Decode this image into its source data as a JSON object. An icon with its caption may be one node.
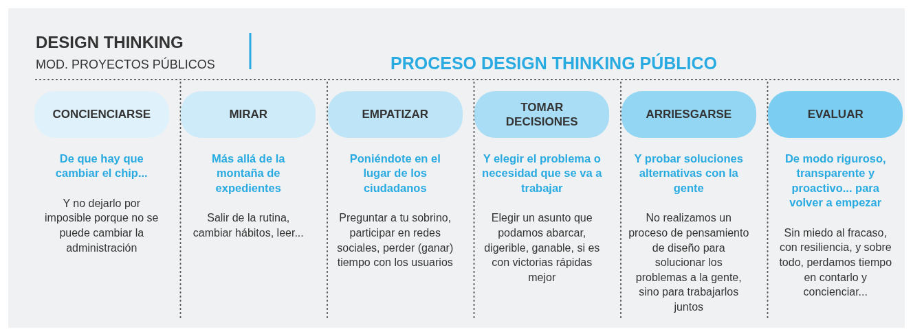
{
  "diagram": {
    "title": "DESIGN THINKING",
    "nodes": [
      {
        "text": [
          "CONCIENCIARSE"
        ],
        "beside": [
          "De que hay que cambiar el chip...",
          "Y no dejarlo por imposible porque no se puede cambiar la administración"
        ]
      },
      {
        "text": [
          "MIRAR"
        ],
        "beside": [
          "Más allá de la montaña de expedientes",
          "Salir de la rutina, cambiar hábitos, leer..."
        ]
      },
      {
        "text": [
          "EMPATIZAR"
        ],
        "beside": [
          "Poniéndote en el lugar de los ciudadanos",
          "Preguntar a tu sobrino, participar en redes sociales, perder (ganar) tiempo con los usuarios"
        ]
      },
      {
        "text": [
          "TOMAR DECISIONES"
        ],
        "beside": [
          "Y elegir el problema o necesidad que se va a trabajar",
          "Elegir un asunto que podamos abarcar, digerible, ganable, si es con victorias rápidas mejor"
        ]
      },
      {
        "text": [
          "ARRIESGARSE"
        ],
        "beside": [
          "Y probar soluciones alternativas con la gente",
          "No realizamos un proceso de pensamiento de diseño para solucionar los problemas a la gente, sino para trabajarlos juntos"
        ]
      },
      {
        "text": [
          "EVALUAR"
        ],
        "beside": [
          "De modo riguroso, transparente y proactivo... para volver a empezar",
          "Sin miedo al fracaso, con resiliencia, y sobre todo, perdamos tiempo en contarlo y concienciar..."
        ]
      }
    ],
    "labels": [
      "MOD. PROYECTOS PÚBLICOS",
      "PROCESO DESIGN THINKING PÚBLICO"
    ]
  }
}
